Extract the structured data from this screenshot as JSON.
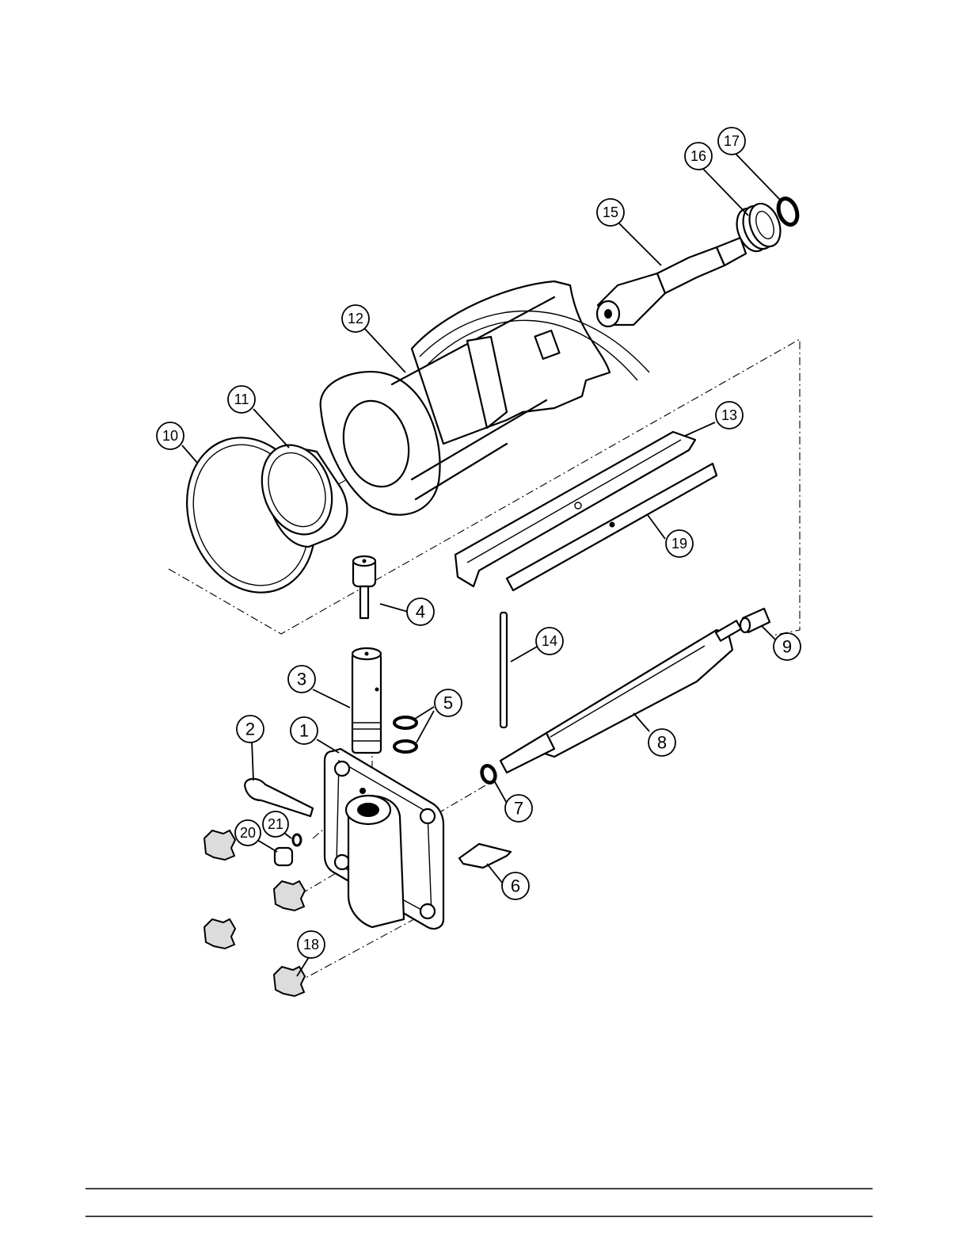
{
  "callouts": [
    {
      "label": "1"
    },
    {
      "label": "2"
    },
    {
      "label": "3"
    },
    {
      "label": "4"
    },
    {
      "label": "5"
    },
    {
      "label": "6"
    },
    {
      "label": "7"
    },
    {
      "label": "8"
    },
    {
      "label": "9"
    },
    {
      "label": "10"
    },
    {
      "label": "11"
    },
    {
      "label": "12"
    },
    {
      "label": "13"
    },
    {
      "label": "14"
    },
    {
      "label": "15"
    },
    {
      "label": "16"
    },
    {
      "label": "17"
    },
    {
      "label": "18"
    },
    {
      "label": "19"
    },
    {
      "label": "20"
    },
    {
      "label": "21"
    }
  ]
}
